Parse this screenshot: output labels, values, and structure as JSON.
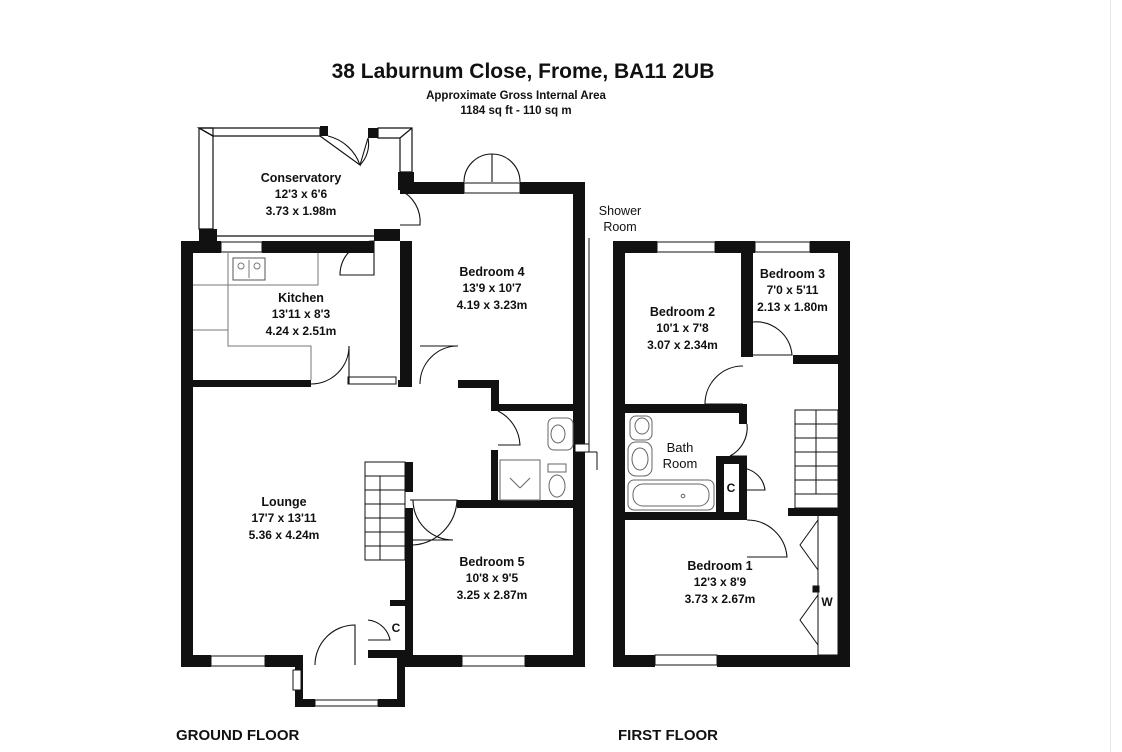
{
  "header": {
    "title": "38 Laburnum Close, Frome, BA11 2UB",
    "area_label": "Approximate Gross Internal Area",
    "area_value": "1184 sq ft - 110 sq m"
  },
  "floors": {
    "ground": "GROUND FLOOR",
    "first": "FIRST FLOOR"
  },
  "rooms": {
    "conservatory": {
      "name": "Conservatory",
      "imperial": "12'3 x 6'6",
      "metric": "3.73 x 1.98m"
    },
    "kitchen": {
      "name": "Kitchen",
      "imperial": "13'11 x 8'3",
      "metric": "4.24 x 2.51m"
    },
    "bedroom4": {
      "name": "Bedroom 4",
      "imperial": "13'9 x 10'7",
      "metric": "4.19 x 3.23m"
    },
    "lounge": {
      "name": "Lounge",
      "imperial": "17'7 x 13'11",
      "metric": "5.36 x 4.24m"
    },
    "bedroom5": {
      "name": "Bedroom 5",
      "imperial": "10'8 x 9'5",
      "metric": "3.25 x 2.87m"
    },
    "shower": {
      "line1": "Shower",
      "line2": "Room"
    },
    "bedroom2": {
      "name": "Bedroom 2",
      "imperial": "10'1 x 7'8",
      "metric": "3.07 x 2.34m"
    },
    "bedroom3": {
      "name": "Bedroom 3",
      "imperial": "7'0 x 5'11",
      "metric": "2.13 x 1.80m"
    },
    "bath": {
      "line1": "Bath",
      "line2": "Room"
    },
    "bedroom1": {
      "name": "Bedroom 1",
      "imperial": "12'3 x 8'9",
      "metric": "3.73 x 2.67m"
    }
  },
  "markers": {
    "cupboard_ground": "C",
    "cupboard_first": "C",
    "wardrobe": "W"
  },
  "colors": {
    "wall": "#111111",
    "fixture": "#666666",
    "background": "#ffffff"
  }
}
